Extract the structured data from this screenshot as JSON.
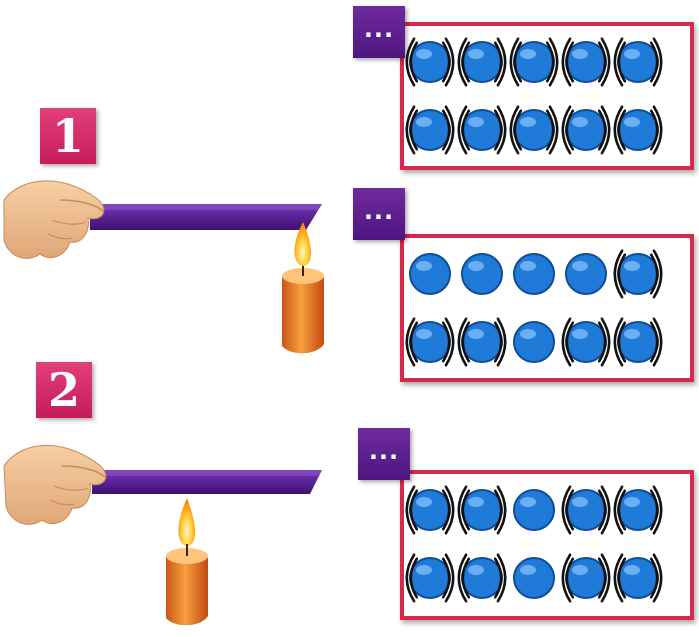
{
  "experiments": [
    {
      "number": "1",
      "heat_position": "end-of-rod"
    },
    {
      "number": "2",
      "heat_position": "near-hand"
    }
  ],
  "particle_boxes": [
    {
      "label": "...",
      "vibrating_particles_row1": 5,
      "vibrating_particles_row2": 5
    },
    {
      "label": "...",
      "vibrating_particles_row1": 1,
      "vibrating_particles_row2": 4
    },
    {
      "label": "...",
      "vibrating_particles_row1": 4,
      "vibrating_particles_row2": 4
    }
  ],
  "colors": {
    "badge": "#d62a66",
    "label": "#5b1f8c",
    "box_border": "#d8284e",
    "particle": "#1f7ad8",
    "rod": "#5a2296",
    "flame": "#ffb21a",
    "candle": "#f08a2a"
  }
}
